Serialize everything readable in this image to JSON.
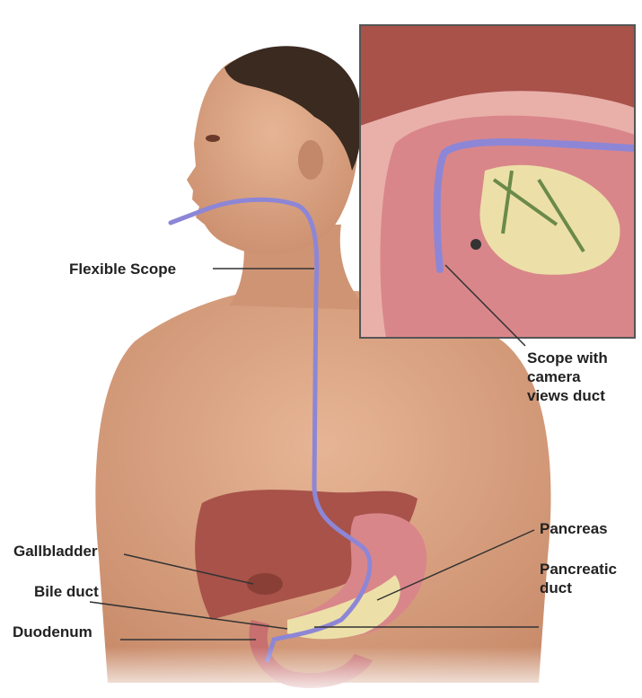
{
  "labels": {
    "flexible_scope": "Flexible Scope",
    "scope_camera": "Scope with\ncamera\nviews duct",
    "gallbladder": "Gallbladder",
    "bile_duct": "Bile duct",
    "duodenum": "Duodenum",
    "pancreas": "Pancreas",
    "pancreatic_duct": "Pancreatic\nduct"
  },
  "colors": {
    "skin": "#d9a584",
    "skin_shadow": "#b97f5f",
    "hair": "#3a2a20",
    "liver": "#a8524a",
    "stomach": "#d9868a",
    "pancreas": "#ece0a8",
    "scope": "#8d86d6",
    "inset_bg": "#e9b0aa",
    "leader": "#333333"
  }
}
